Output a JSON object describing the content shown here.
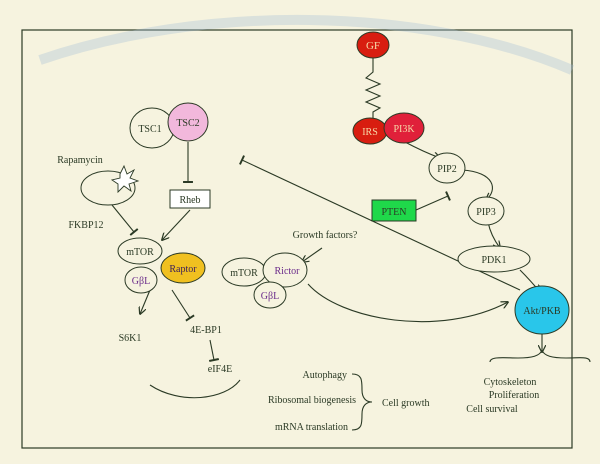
{
  "diagram": {
    "nodes": {
      "gf": "GF",
      "irs": "IRS",
      "pi3k": "PI3K",
      "tsc1": "TSC1",
      "tsc2": "TSC2",
      "rheb": "Rheb",
      "rapamycin": "Rapamycin",
      "fkbp12": "FKBP12",
      "mtor1": "mTOR",
      "raptor": "Raptor",
      "gbl1": "GβL",
      "s6k1": "S6K1",
      "4ebp1": "4E-BP1",
      "eif4e": "eIF4E",
      "growth_factors": "Growth factors?",
      "mtor2": "mTOR",
      "rictor": "Rictor",
      "gbl2": "GβL",
      "pip2": "PIP2",
      "pten": "PTEN",
      "pip3": "PIP3",
      "pdk1": "PDK1",
      "akt": "Akt/PKB"
    },
    "outputs": {
      "autophagy": "Autophagy",
      "ribosomal": "Ribosomal biogenesis",
      "mrna": "mRNA translation",
      "cell_growth": "Cell growth",
      "cytoskeleton": "Cytoskeleton",
      "proliferation": "Proliferation",
      "cell_survival": "Cell survival"
    },
    "colors": {
      "background": "#f6f3df",
      "gf": "#d81d10",
      "irs": "#d81d10",
      "pi3k": "#e0203a",
      "tsc2": "#f2b8dc",
      "raptor": "#f0c020",
      "pten": "#1fd84a",
      "akt": "#29c6ea",
      "line": "#2b3a25"
    }
  }
}
